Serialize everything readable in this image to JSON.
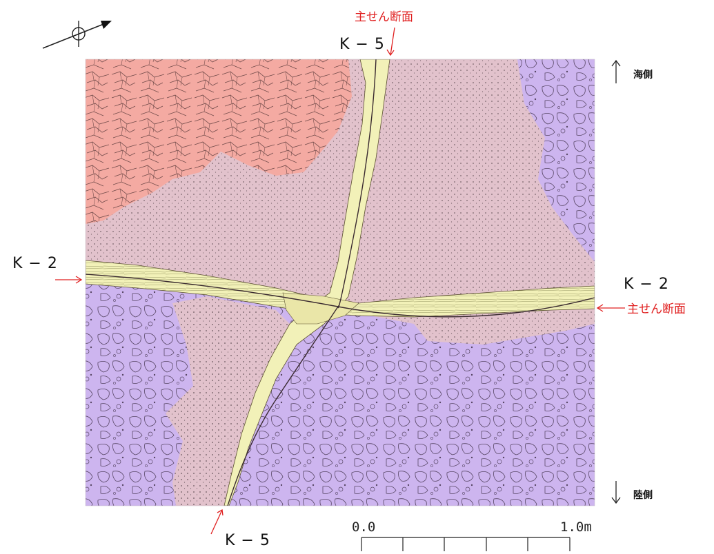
{
  "labels": {
    "k5_top": "K − 5",
    "k5_bottom": "K − 5",
    "k2_left": "K − 2",
    "k2_right": "K − 2",
    "main_section_top": "主せん断面",
    "main_section_right": "主せん断面",
    "sea_side": "海側",
    "land_side": "陸側",
    "scale_start": "0.0",
    "scale_end": "1.0m"
  },
  "icons": {
    "north_arrow": "compass-arrow-icon",
    "up_arrow": "arrow-up-icon",
    "down_arrow": "arrow-down-icon",
    "pointer": "red-arrow-icon"
  },
  "colors": {
    "red_zone": "#f4aaa2",
    "pink_zone": "#e2c2cc",
    "purple_zone": "#cdb5ef",
    "yellow_fault": "#f2f1b8",
    "annotation_red": "#e02020",
    "line_dark": "#3a2a30"
  }
}
